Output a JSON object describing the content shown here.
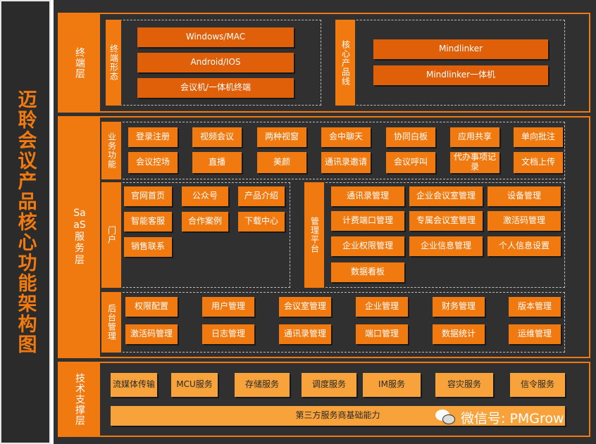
{
  "title": "迈聆会议产品核心功能架构图",
  "terminal": {
    "label": "终端层",
    "form_label": "终端形态",
    "forms": [
      "Windows/MAC",
      "Android/IOS",
      "会议机/一体机终端"
    ],
    "core_label": "核心产品线",
    "core": [
      "Mindlinker",
      "Mindlinker一体机"
    ]
  },
  "saas": {
    "label": "SaaS服务层",
    "business": {
      "label": "业务功能",
      "row1": [
        "登录注册",
        "视频会议",
        "两种视窗",
        "会中聊天",
        "协同白板",
        "应用共享",
        "单向批注"
      ],
      "row2": [
        "会议控场",
        "直播",
        "美颜",
        "通讯录邀请",
        "会议呼叫",
        "代办事项记录",
        "文档上传"
      ]
    },
    "portal": {
      "label": "门户",
      "items": [
        "官网首页",
        "公众号",
        "产品介绍",
        "智能客服",
        "合作案例",
        "下载中心",
        "销售联系"
      ]
    },
    "mgmt": {
      "label": "管理平台",
      "items": [
        "通讯录管理",
        "企业会议室管理",
        "设备管理",
        "计费端口管理",
        "专属会议室管理",
        "激活码管理",
        "企业权限管理",
        "企业信息管理",
        "个人信息设置",
        "数据看板"
      ]
    },
    "backend": {
      "label": "后台管理",
      "row1": [
        "权限配置",
        "用户管理",
        "会议室管理",
        "企业管理",
        "财务管理",
        "版本管理"
      ],
      "row2": [
        "激活码管理",
        "日志管理",
        "通讯录管理",
        "端口管理",
        "数据统计",
        "运维管理"
      ]
    }
  },
  "tech": {
    "label": "技术支撑层",
    "items": [
      "流媒体传输",
      "MCU服务",
      "存储服务",
      "调度服务",
      "IM服务",
      "容灾服务",
      "信令服务"
    ],
    "third_party": "第三方服务商基础能力"
  },
  "watermark": "微信号: PMGrow"
}
